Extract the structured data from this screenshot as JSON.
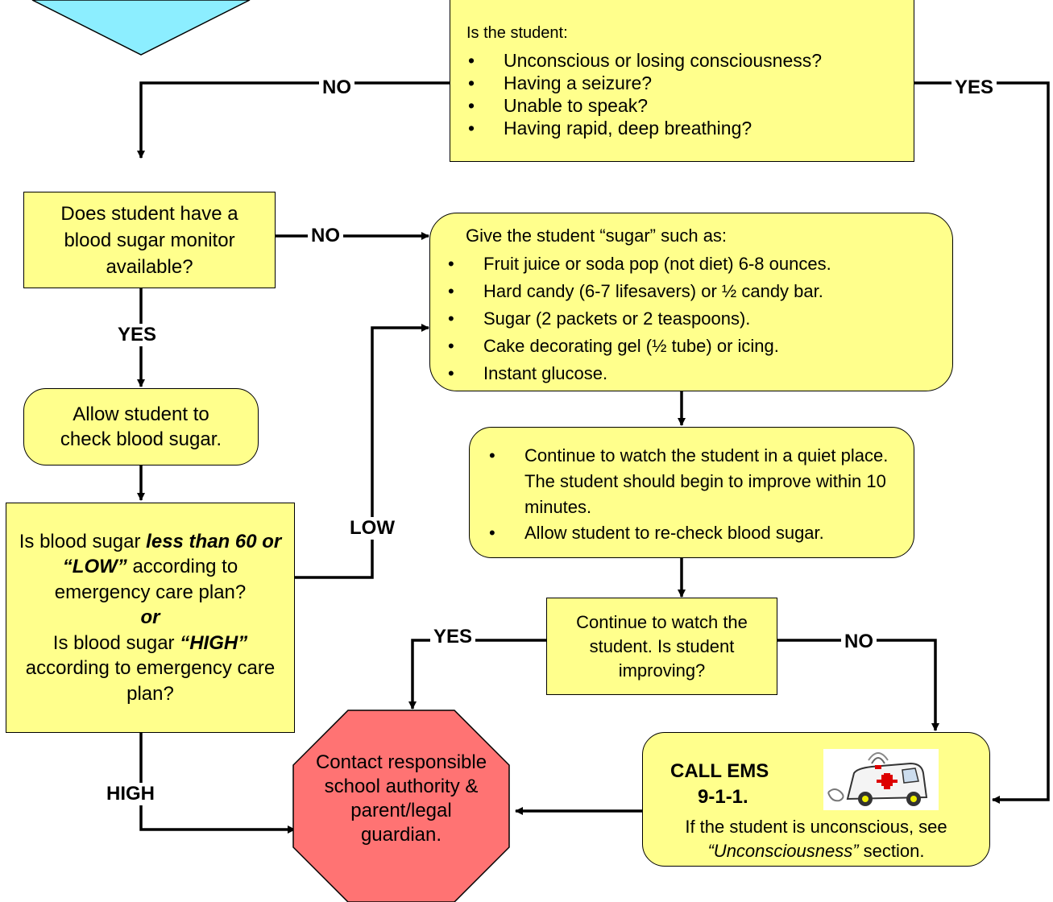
{
  "question_box": {
    "heading": "Is the student:",
    "items": [
      "Unconscious or losing consciousness?",
      "Having a seizure?",
      "Unable to speak?",
      "Having rapid, deep breathing?"
    ]
  },
  "monitor_box": {
    "text": "Does student have a blood sugar monitor available?"
  },
  "check_box": {
    "text": "Allow student to check blood sugar."
  },
  "level_box": {
    "q1_pre": "Is blood sugar ",
    "q1_em": "less than 60 or “LOW”",
    "q1_post": " according to emergency care plan?",
    "or": "or",
    "q2_pre": "Is blood sugar ",
    "q2_em": "“HIGH”",
    "q2_post": " according to emergency care plan?"
  },
  "sugar_box": {
    "heading": "Give the student “sugar” such as:",
    "items": [
      "Fruit juice or soda pop (not diet) 6-8 ounces.",
      "Hard candy (6-7 lifesavers) or ½ candy bar.",
      "Sugar (2 packets or 2 teaspoons).",
      "Cake decorating gel (½ tube) or icing.",
      "Instant glucose."
    ]
  },
  "watch_box": {
    "items": [
      "Continue to watch the student in a quiet place.  The student should begin to improve within 10 minutes.",
      "Allow student to re-check blood sugar."
    ]
  },
  "improve_box": {
    "text": "Continue to watch the student.  Is student improving?"
  },
  "contact_box": {
    "text": "Contact responsible school authority & parent/legal guardian."
  },
  "ems_box": {
    "title_line1": "CALL EMS",
    "title_line2": "9-1-1.",
    "note_pre": "If the student is unconscious, see ",
    "note_em": "“Unconsciousness”",
    "note_post": " section."
  },
  "labels": {
    "no_top": "NO",
    "yes_top": "YES",
    "no_monitor": "NO",
    "yes_monitor": "YES",
    "low": "LOW",
    "high": "HIGH",
    "yes_improve": "YES",
    "no_improve": "NO"
  },
  "colors": {
    "box_fill": "#FFFF8C",
    "stop_fill": "#FF7373",
    "diamond_fill": "#8CEEFF",
    "line": "#000000"
  },
  "icons": [
    "ambulance-icon"
  ]
}
